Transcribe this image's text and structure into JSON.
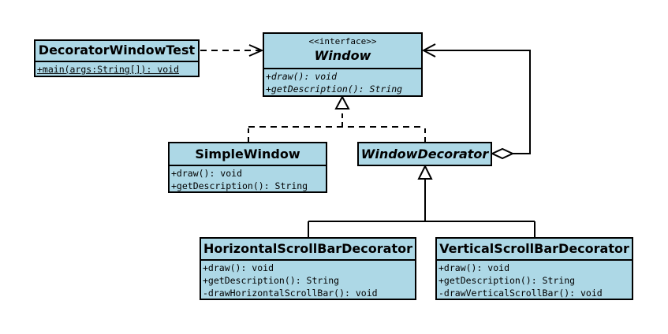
{
  "classes": {
    "test": {
      "name": "DecoratorWindowTest",
      "members": [
        "+main(args:String[]): void"
      ]
    },
    "window": {
      "stereotype": "<<interface>>",
      "name": "Window",
      "members": [
        "+draw(): void",
        "+getDescription(): String"
      ]
    },
    "simple": {
      "name": "SimpleWindow",
      "members": [
        "+draw(): void",
        "+getDescription(): String"
      ]
    },
    "decorator": {
      "name": "WindowDecorator"
    },
    "horizontal": {
      "name": "HorizontalScrollBarDecorator",
      "members": [
        "+draw(): void",
        "+getDescription(): String",
        "-drawHorizontalScrollBar(): void"
      ]
    },
    "vertical": {
      "name": "VerticalScrollBarDecorator",
      "members": [
        "+draw(): void",
        "+getDescription(): String",
        "-drawVerticalScrollBar(): void"
      ]
    }
  },
  "relations": [
    {
      "type": "dependency",
      "from": "DecoratorWindowTest",
      "to": "Window"
    },
    {
      "type": "realization",
      "from": "SimpleWindow",
      "to": "Window"
    },
    {
      "type": "realization",
      "from": "WindowDecorator",
      "to": "Window"
    },
    {
      "type": "aggregation",
      "from": "WindowDecorator",
      "to": "Window"
    },
    {
      "type": "generalization",
      "from": "HorizontalScrollBarDecorator",
      "to": "WindowDecorator"
    },
    {
      "type": "generalization",
      "from": "VerticalScrollBarDecorator",
      "to": "WindowDecorator"
    }
  ],
  "colors": {
    "class_fill": "#add8e6",
    "line": "#000000",
    "background": "#ffffff"
  }
}
